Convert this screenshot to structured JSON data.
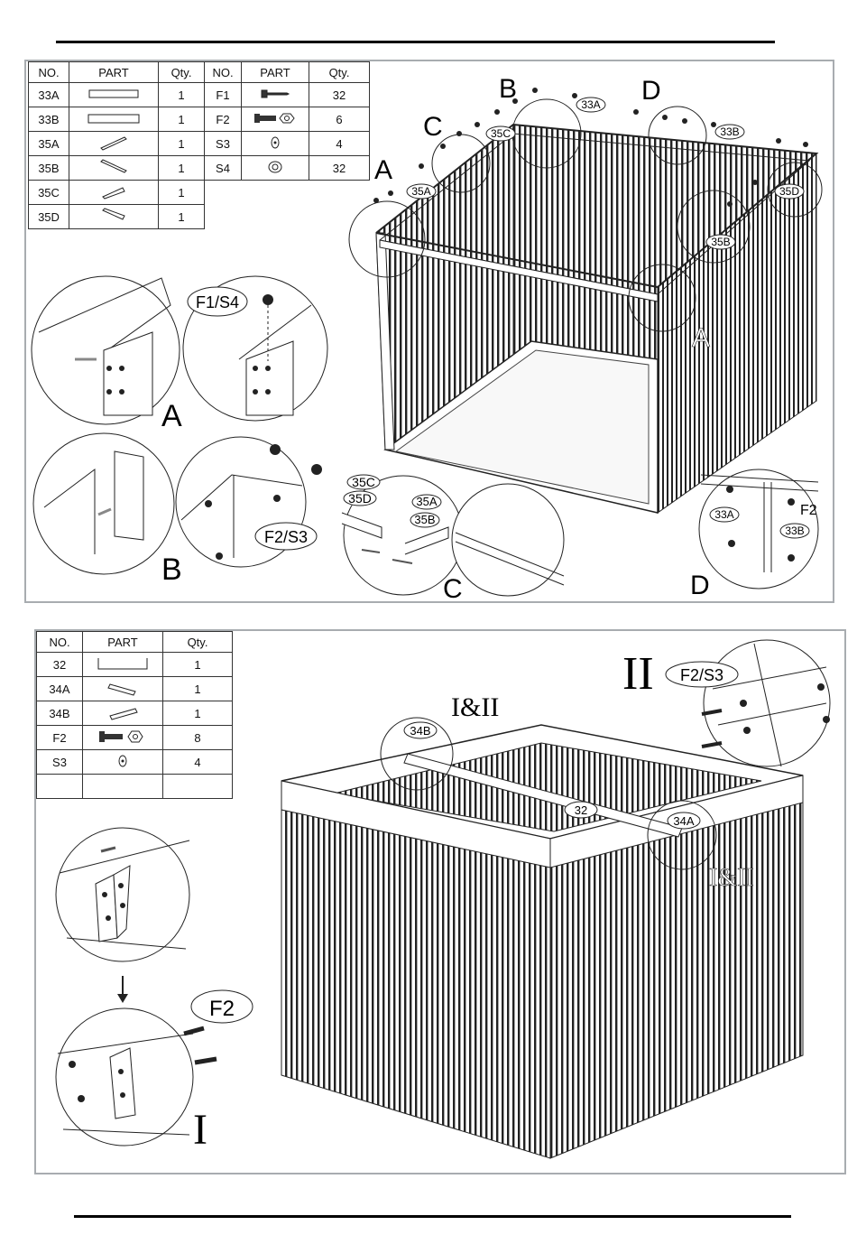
{
  "table1": {
    "headers": [
      "NO.",
      "PART",
      "Qty.",
      "NO.",
      "PART",
      "Qty."
    ],
    "left_rows": [
      {
        "no": "33A",
        "qty": "1",
        "icon": "long-bar-icon"
      },
      {
        "no": "33B",
        "qty": "1",
        "icon": "long-bar-icon"
      },
      {
        "no": "35A",
        "qty": "1",
        "icon": "bracket-icon"
      },
      {
        "no": "35B",
        "qty": "1",
        "icon": "bracket-icon"
      },
      {
        "no": "35C",
        "qty": "1",
        "icon": "bracket-icon"
      },
      {
        "no": "35D",
        "qty": "1",
        "icon": "bracket-icon"
      }
    ],
    "right_rows": [
      {
        "no": "F1",
        "qty": "32",
        "icon": "self-tapping-screw-icon"
      },
      {
        "no": "F2",
        "qty": "6",
        "icon": "bolt-nut-icon"
      },
      {
        "no": "S3",
        "qty": "4",
        "icon": "washer-icon"
      },
      {
        "no": "S4",
        "qty": "32",
        "icon": "spacer-icon"
      }
    ]
  },
  "table2": {
    "headers": [
      "NO.",
      "PART",
      "Qty."
    ],
    "rows": [
      {
        "no": "32",
        "qty": "1",
        "icon": "channel-icon"
      },
      {
        "no": "34A",
        "qty": "1",
        "icon": "bracket-icon"
      },
      {
        "no": "34B",
        "qty": "1",
        "icon": "bracket-icon"
      },
      {
        "no": "F2",
        "qty": "8",
        "icon": "bolt-nut-icon"
      },
      {
        "no": "S3",
        "qty": "4",
        "icon": "washer-icon"
      },
      {
        "no": "",
        "qty": "",
        "icon": ""
      }
    ]
  },
  "top_diagram": {
    "corner_labels": {
      "a1": "A",
      "a2": "A",
      "b": "B",
      "c": "C",
      "d": "D"
    },
    "callouts": {
      "p33a": "33A",
      "p33b": "33B",
      "p35a": "35A",
      "p35b": "35B",
      "p35c": "35C",
      "p35d": "35D"
    },
    "details": {
      "a_label": "A",
      "a_fastener": "F1/S4",
      "b_label": "B",
      "b_fastener": "F2/S3",
      "c_label": "C",
      "c_parts": [
        "35C",
        "35D",
        "35A",
        "35B"
      ],
      "d_label": "D",
      "d_fastener": "F2",
      "d_parts": [
        "33A",
        "33B"
      ]
    }
  },
  "bottom_diagram": {
    "label_ii_roman": "II",
    "label_ii_fastener": "F2/S3",
    "label_i_ii_top": "I&II",
    "label_i_ii_right": "I&II",
    "callouts": {
      "p34b": "34B",
      "p32": "32",
      "p34a": "34A"
    },
    "detail_i_fastener": "F2",
    "detail_i_label": "I"
  }
}
